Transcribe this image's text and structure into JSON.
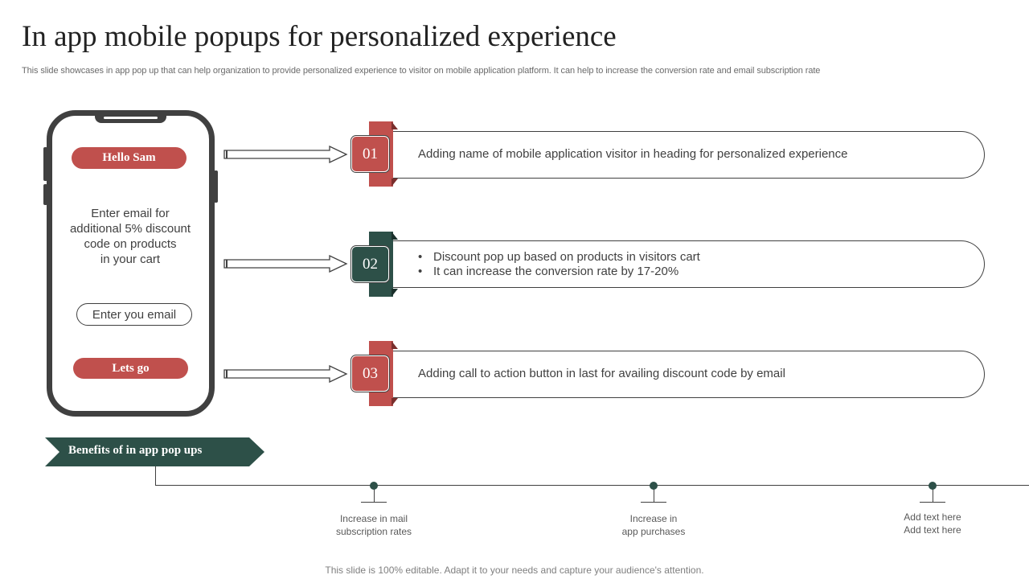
{
  "title": "In app mobile popups for personalized experience",
  "subtitle": "This slide showcases in app pop up that can help organization to provide personalized experience to visitor on mobile application platform. It can help to increase the conversion rate and email subscription rate",
  "phone": {
    "greeting": "Hello Sam",
    "message_lines": [
      "Enter email for",
      "additional 5% discount",
      "code on products",
      "in your cart"
    ],
    "email_placeholder": "Enter you email",
    "cta_label": "Lets go"
  },
  "steps": [
    {
      "number": "01",
      "color": "#c0504d",
      "text": "Adding name of mobile application visitor in heading for personalized experience"
    },
    {
      "number": "02",
      "color": "#2d5048",
      "bullets": [
        "Discount pop up based on products in visitors cart",
        "It can increase the conversion rate by 17-20%"
      ]
    },
    {
      "number": "03",
      "color": "#c0504d",
      "text": "Adding call to action button in last for availing discount code by email"
    }
  ],
  "benefits": {
    "heading": "Benefits of in app pop ups",
    "items": [
      {
        "lines": [
          "Increase in mail",
          "subscription rates"
        ]
      },
      {
        "lines": [
          "Increase in",
          "app purchases"
        ]
      },
      {
        "lines": [
          "Add text here",
          "Add text here"
        ]
      }
    ]
  },
  "footer": "This slide is 100% editable. Adapt it to your needs and capture your audience's attention.",
  "colors": {
    "accent_red": "#c0504d",
    "accent_green": "#2d5048",
    "text_dark": "#404040"
  }
}
